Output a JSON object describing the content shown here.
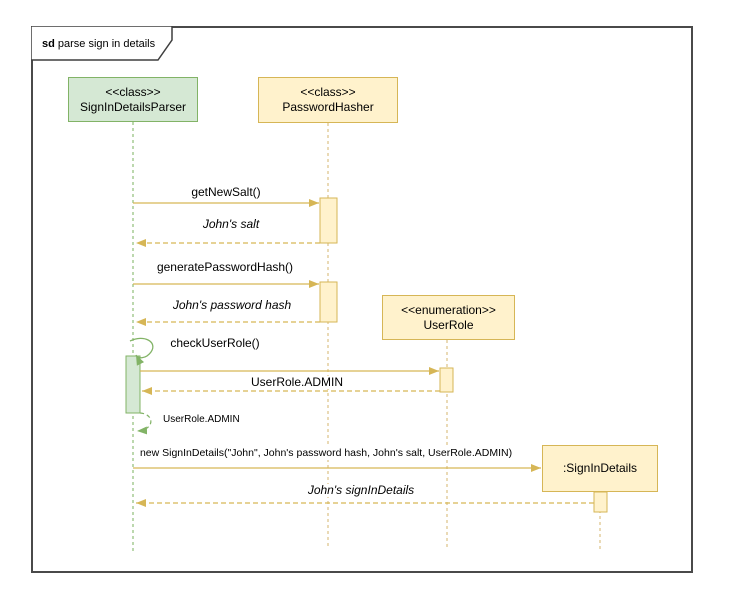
{
  "frame": {
    "keyword": "sd",
    "title": "parse sign in details"
  },
  "colors": {
    "green_fill": "#d5e8d4",
    "green_stroke": "#82b366",
    "yellow_fill": "#fff2cc",
    "yellow_stroke": "#d6b656",
    "frame_stroke": "#4a4a4a",
    "text": "#000000",
    "background": "#ffffff"
  },
  "lifelines": [
    {
      "stereotype": "<<class>>",
      "name": "SignInDetailsParser",
      "color_scheme": "green"
    },
    {
      "stereotype": "<<class>>",
      "name": "PasswordHasher",
      "color_scheme": "yellow"
    },
    {
      "stereotype": "<<enumeration>>",
      "name": "UserRole",
      "color_scheme": "yellow"
    },
    {
      "stereotype": "",
      "name": ":SignInDetails",
      "color_scheme": "yellow"
    }
  ],
  "messages": [
    {
      "label": "getNewSalt()",
      "kind": "call",
      "from": "SignInDetailsParser",
      "to": "PasswordHasher"
    },
    {
      "label": "John's salt",
      "kind": "return",
      "from": "PasswordHasher",
      "to": "SignInDetailsParser"
    },
    {
      "label": "generatePasswordHash()",
      "kind": "call",
      "from": "SignInDetailsParser",
      "to": "PasswordHasher"
    },
    {
      "label": "John's password hash",
      "kind": "return",
      "from": "PasswordHasher",
      "to": "SignInDetailsParser"
    },
    {
      "label": "checkUserRole()",
      "kind": "self-call",
      "from": "SignInDetailsParser",
      "to": "SignInDetailsParser"
    },
    {
      "label": "",
      "kind": "call",
      "from": "SignInDetailsParser",
      "to": "UserRole"
    },
    {
      "label": "UserRole.ADMIN",
      "kind": "return",
      "from": "UserRole",
      "to": "SignInDetailsParser"
    },
    {
      "label": "UserRole.ADMIN",
      "kind": "self-return",
      "from": "SignInDetailsParser",
      "to": "SignInDetailsParser"
    },
    {
      "label": "new SignInDetails(\"John\", John's password hash, John's salt, UserRole.ADMIN)",
      "kind": "create",
      "from": "SignInDetailsParser",
      "to": ":SignInDetails"
    },
    {
      "label": "John's signInDetails",
      "kind": "return",
      "from": ":SignInDetails",
      "to": "SignInDetailsParser"
    }
  ]
}
